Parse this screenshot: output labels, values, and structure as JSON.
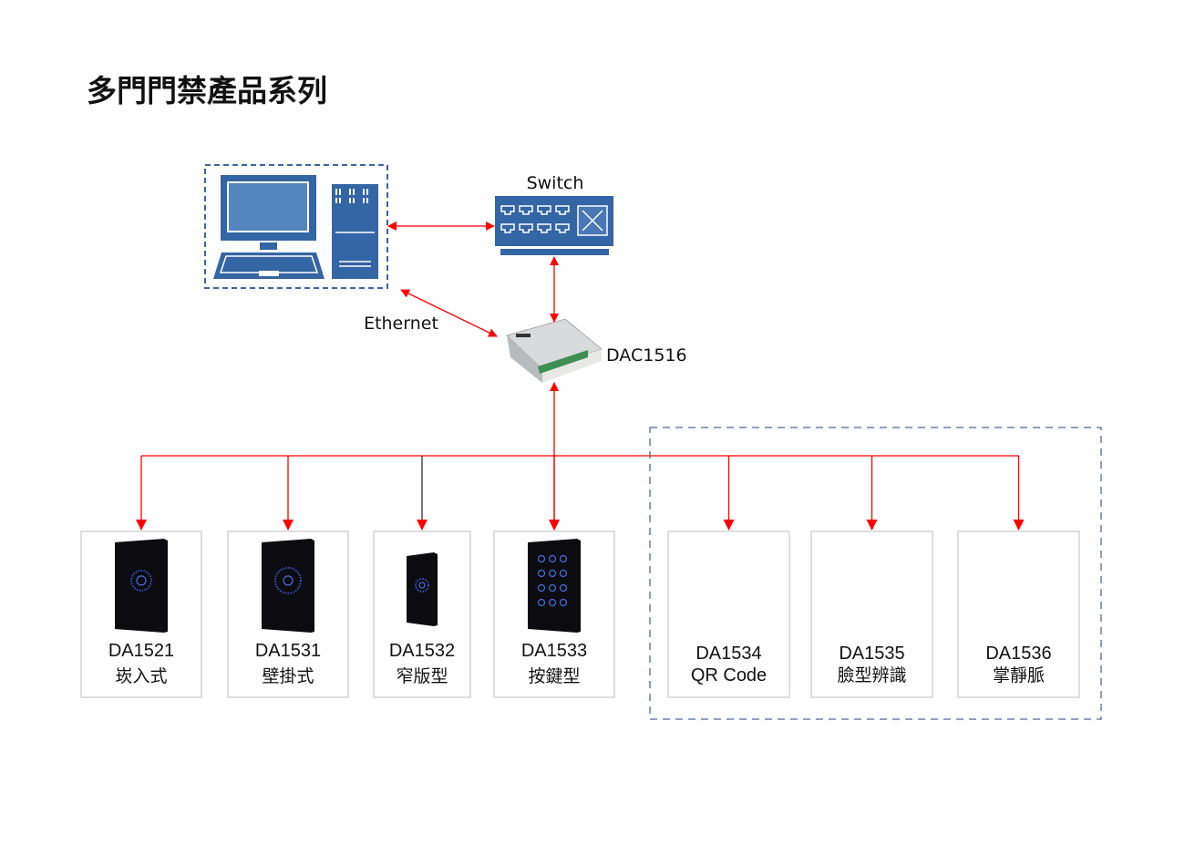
{
  "title": "多門門禁產品系列",
  "nodes": {
    "pc": {
      "icon": "computer-icon"
    },
    "switch": {
      "label": "Switch",
      "icon": "network-switch-icon"
    },
    "controller": {
      "label": "DAC1516",
      "icon": "controller-board-icon"
    },
    "ethernet_label": "Ethernet"
  },
  "colors": {
    "connector": "#ff0000",
    "icon_blue": "#3465a4",
    "dashed_border": "#4a6b9a",
    "box_border": "#c8c8c8"
  },
  "products": [
    {
      "model": "DA1521",
      "name": "崁入式",
      "has_image": true
    },
    {
      "model": "DA1531",
      "name": "壁掛式",
      "has_image": true
    },
    {
      "model": "DA1532",
      "name": "窄版型",
      "has_image": true
    },
    {
      "model": "DA1533",
      "name": "按鍵型",
      "has_image": true
    },
    {
      "model": "DA1534",
      "name": "QR Code",
      "has_image": false
    },
    {
      "model": "DA1535",
      "name": "臉型辨識",
      "has_image": false
    },
    {
      "model": "DA1536",
      "name": "掌靜脈",
      "has_image": false
    }
  ]
}
